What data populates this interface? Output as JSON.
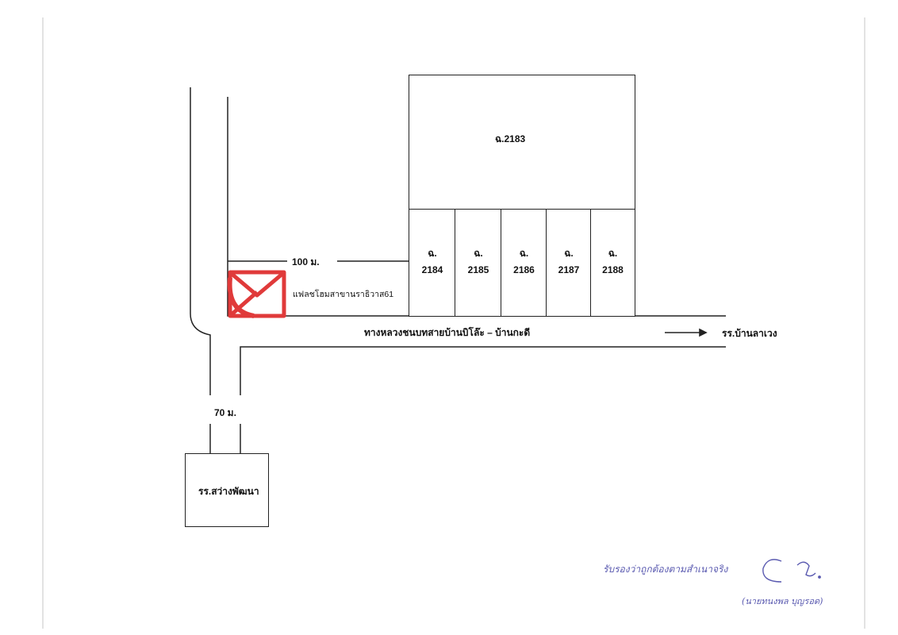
{
  "map": {
    "main_parcel": "ฉ.2183",
    "lots": [
      {
        "prefix": "ฉ.",
        "number": "2184"
      },
      {
        "prefix": "ฉ.",
        "number": "2185"
      },
      {
        "prefix": "ฉ.",
        "number": "2186"
      },
      {
        "prefix": "ฉ.",
        "number": "2187"
      },
      {
        "prefix": "ฉ.",
        "number": "2188"
      }
    ],
    "distance_top": "100 ม.",
    "distance_side": "70 ม.",
    "branch_label": "แฟลชโฮมสาขานราธิวาส61",
    "road_label": "ทางหลวงชนบทสายบ้านบิโล๊ะ – บ้านกะดี",
    "direction_label": "รร.บ้านลาเวง",
    "school_label": "รร.สว่างพัฒนา"
  },
  "signature": {
    "line1": "รับรองว่าถูกต้องตามสำเนาจริง",
    "line2": "(นายทนงพล บุญรอด)"
  },
  "colors": {
    "marker": "#e03a3a",
    "ink": "#222222",
    "signature": "#5a5ab0"
  }
}
